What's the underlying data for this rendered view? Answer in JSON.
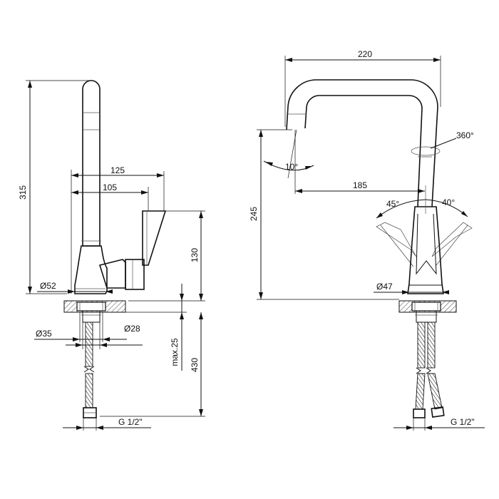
{
  "drawing": {
    "side_view": {
      "dim_height_total": "315",
      "dim_reach_outer": "125",
      "dim_reach_inner": "105",
      "dim_lever_height": "130",
      "dim_base_diameter": "Ø52",
      "dim_shank_outer": "Ø35",
      "dim_shank_inner": "Ø28",
      "dim_max_thickness": "max.25",
      "dim_hose_length": "430",
      "thread_label": "G 1/2\""
    },
    "front_view": {
      "dim_width": "220",
      "dim_spout_tilt": "10°",
      "dim_swivel": "360°",
      "dim_reach": "185",
      "dim_lever_left": "45°",
      "dim_lever_right": "40°",
      "dim_outlet_height": "245",
      "dim_base_diameter": "Ø47",
      "thread_label": "G 1/2\""
    }
  }
}
